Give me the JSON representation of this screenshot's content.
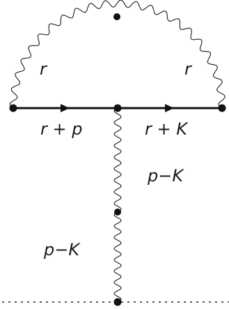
{
  "diagram": {
    "labels": {
      "left_arc": "r",
      "right_arc": "r",
      "left_propagator": "r + p",
      "right_propagator": "r + K",
      "upper_vertical": "p−K",
      "lower_vertical": "p−K"
    }
  }
}
